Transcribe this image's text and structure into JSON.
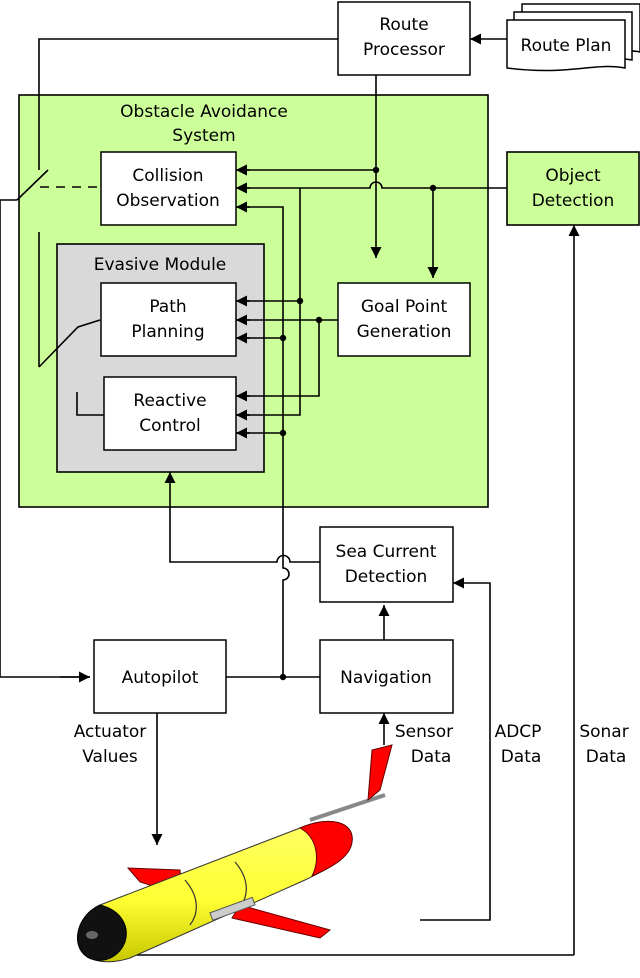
{
  "colors": {
    "obstacle_system_fill": "#ccff99",
    "object_detection_fill": "#ccff99",
    "evasive_module_fill": "#d9d9d9",
    "box_fill": "#ffffff",
    "glider_body": "#ffff33",
    "glider_accent": "#ff0000",
    "glider_nose": "#000000"
  },
  "route_processor": {
    "line1": "Route",
    "line2": "Processor"
  },
  "route_plan": {
    "label": "Route Plan"
  },
  "obstacle_system": {
    "line1": "Obstacle Avoidance",
    "line2": "System"
  },
  "collision_observation": {
    "line1": "Collision",
    "line2": "Observation"
  },
  "object_detection": {
    "line1": "Object",
    "line2": "Detection"
  },
  "evasive_module": {
    "label": "Evasive Module"
  },
  "path_planning": {
    "line1": "Path",
    "line2": "Planning"
  },
  "goal_point_generation": {
    "line1": "Goal Point",
    "line2": "Generation"
  },
  "reactive_control": {
    "line1": "Reactive",
    "line2": "Control"
  },
  "sea_current_detection": {
    "line1": "Sea Current",
    "line2": "Detection"
  },
  "autopilot": {
    "label": "Autopilot"
  },
  "navigation": {
    "label": "Navigation"
  },
  "signals": {
    "actuator_values": {
      "line1": "Actuator",
      "line2": "Values"
    },
    "sensor_data": {
      "line1": "Sensor",
      "line2": "Data"
    },
    "adcp_data": {
      "line1": "ADCP",
      "line2": "Data"
    },
    "sonar_data": {
      "line1": "Sonar",
      "line2": "Data"
    }
  }
}
